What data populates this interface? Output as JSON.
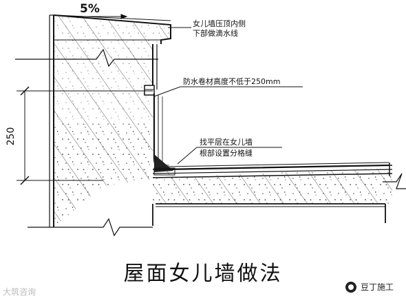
{
  "diagram": {
    "slope_label": "5%",
    "callouts": [
      {
        "lines": [
          "女儿墙压顶内侧",
          "下部做滴水线"
        ]
      },
      {
        "lines": [
          "防水卷材高度不低于250mm"
        ]
      },
      {
        "lines": [
          "找平层在女儿墙",
          "根部设置分格缝"
        ]
      }
    ],
    "dimension_label": "250",
    "caption": "屋面女儿墙做法"
  },
  "watermarks": {
    "left": "大筑咨询",
    "right": "豆丁施工"
  }
}
